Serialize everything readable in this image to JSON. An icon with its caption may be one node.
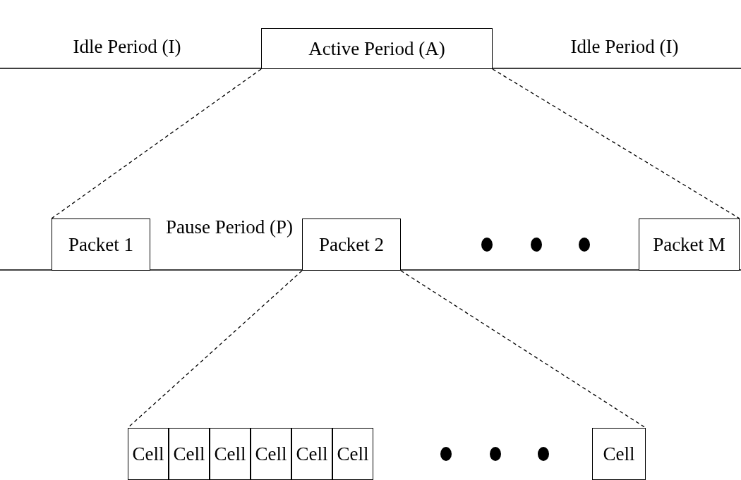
{
  "diagram": {
    "nodes": [
      {
        "text": [
          "Active Period (A)"
        ]
      },
      {
        "text": [
          "Packet 1"
        ]
      },
      {
        "text": [
          "Packet 2"
        ]
      },
      {
        "text": [
          "Packet M"
        ]
      },
      {
        "text": [
          "Cell"
        ]
      },
      {
        "text": [
          "Cell"
        ]
      },
      {
        "text": [
          "Cell"
        ]
      },
      {
        "text": [
          "Cell"
        ]
      },
      {
        "text": [
          "Cell"
        ]
      },
      {
        "text": [
          "Cell"
        ]
      },
      {
        "text": [
          "Cell"
        ]
      }
    ],
    "edges": [
      {
        "from": 0,
        "to": 1,
        "arrow": "none",
        "style": "dashed"
      },
      {
        "from": 0,
        "to": 3,
        "arrow": "none",
        "style": "dashed"
      },
      {
        "from": 2,
        "to": 4,
        "arrow": "none",
        "style": "dashed"
      },
      {
        "from": 2,
        "to": 10,
        "arrow": "none",
        "style": "dashed"
      }
    ],
    "labels": [
      "Idle Period (I)",
      "Idle Period (I)",
      "Pause Period (P)"
    ]
  }
}
